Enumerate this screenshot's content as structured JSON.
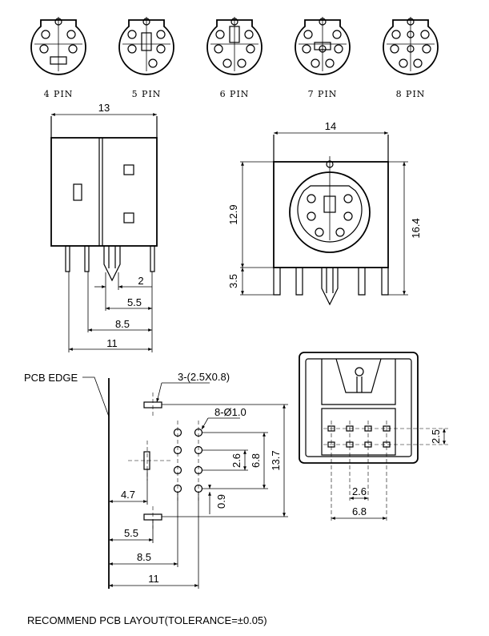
{
  "pin_labels": [
    "4 PIN",
    "5 PIN",
    "6 PIN",
    "7 PIN",
    "8 PIN"
  ],
  "front_view": {
    "width": "13",
    "dim_2": "2",
    "dim_5_5": "5.5",
    "dim_8_5": "8.5",
    "dim_11": "11"
  },
  "side_view": {
    "width": "14",
    "height_12_9": "12.9",
    "height_3_5": "3.5",
    "height_16_4": "16.4"
  },
  "pcb_layout": {
    "edge_label": "PCB EDGE",
    "slot_label": "3-(2.5X0.8)",
    "hole_label": "8-Ø1.0",
    "dim_2_6": "2.6",
    "dim_6_8": "6.8",
    "dim_13_7": "13.7",
    "dim_4_7": "4.7",
    "dim_0_9": "0.9",
    "dim_5_5": "5.5",
    "dim_8_5": "8.5",
    "dim_11": "11"
  },
  "bottom_view": {
    "dim_2_5": "2.5",
    "dim_2_6": "2.6",
    "dim_6_8": "6.8"
  },
  "footer": "RECOMMEND PCB LAYOUT(TOLERANCE=±0.05)"
}
